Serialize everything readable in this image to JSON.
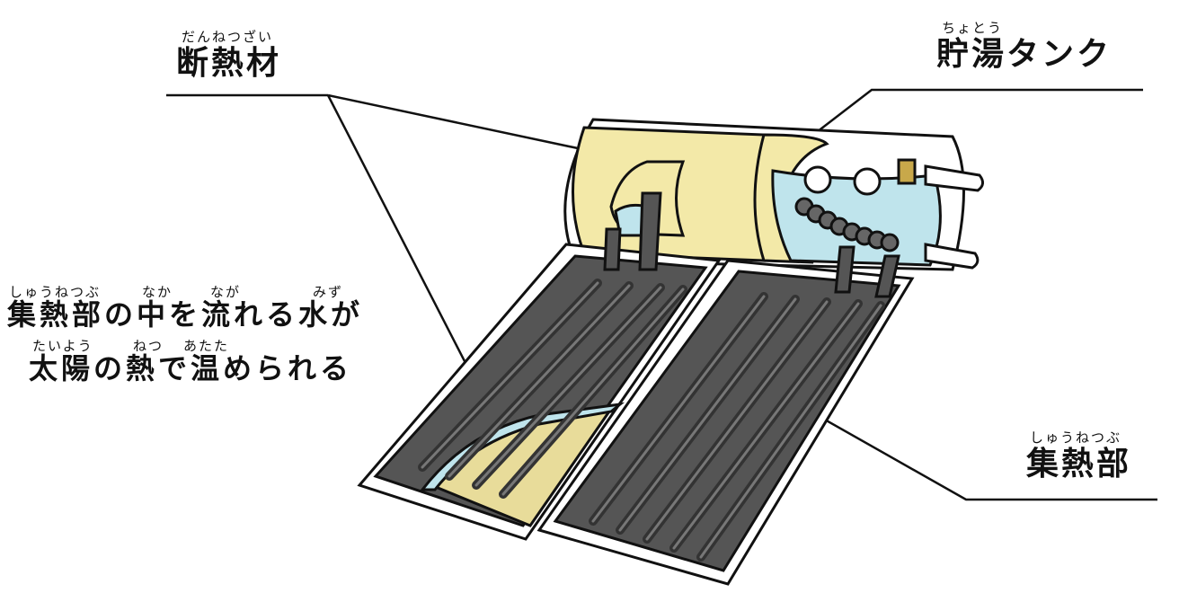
{
  "labels": {
    "insulation": {
      "ruby": "だんねつざい",
      "text": "断熱材"
    },
    "storage_tank": {
      "ruby": "ちょとう",
      "text": "貯湯タンク"
    },
    "collector": {
      "ruby": "しゅうねつぶ",
      "text": "集熱部"
    },
    "explanation": {
      "line1_ruby": [
        "しゅうねつぶ",
        "なか",
        "なが",
        "みず"
      ],
      "line1": "集熱部の中を流れる水が",
      "line2_ruby": [
        "たいよう",
        "ねつ",
        "あたた"
      ],
      "line2": "太陽の熱で温められる"
    }
  },
  "colors": {
    "insulation": "#f3e9a8",
    "water": "#bfe4ec",
    "collector_dark": "#555555",
    "outline": "#111111"
  }
}
